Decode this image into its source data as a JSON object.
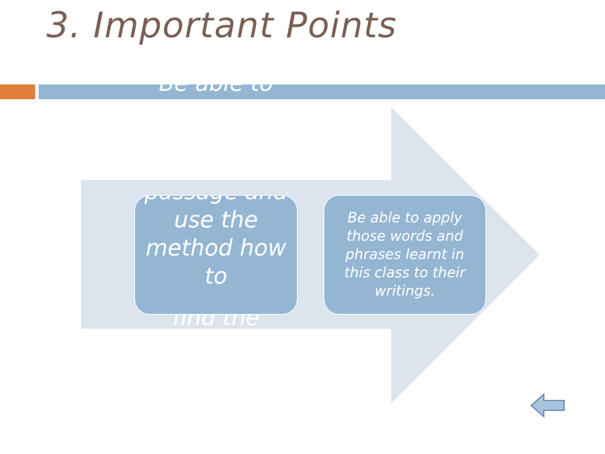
{
  "slide": {
    "title": "3. Important Points",
    "overflow_text": "Be able to",
    "left_box_text": "passage and use the method how to",
    "left_box_spill": "find the",
    "right_box_text": "Be able to apply those words and phrases learnt in this class to their writings."
  },
  "navigation": {
    "back_icon": "left-arrow-icon"
  },
  "colors": {
    "title": "#7a5f55",
    "accent_orange": "#e07e3c",
    "accent_blue": "#94b6d2",
    "arrow_fill": "#dce4ee",
    "box_fill": "#94b6d2",
    "button_fill": "#a8c4dc",
    "button_stroke": "#5b7fa8"
  }
}
